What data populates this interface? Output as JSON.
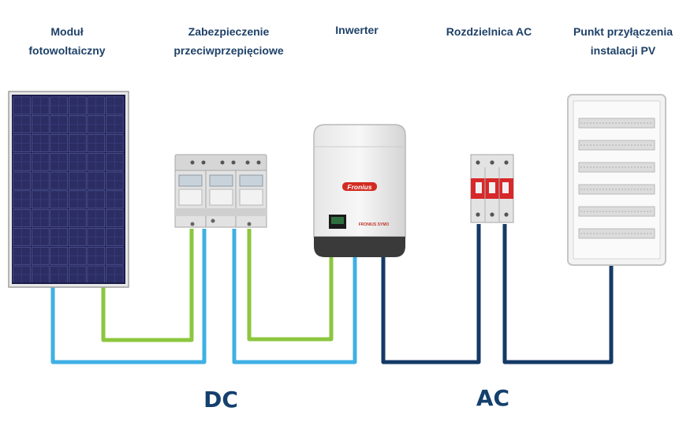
{
  "labels": {
    "module": [
      "Moduł",
      "fotowoltaiczny"
    ],
    "surge": [
      "Zabezpieczenie",
      "przeciwprzepięciowe"
    ],
    "inverter": [
      "Inwerter"
    ],
    "switchboard": [
      "Rozdzielnica AC"
    ],
    "connection": [
      "Punkt przyłączenia",
      "instalacji PV"
    ]
  },
  "sections": {
    "dc": "DC",
    "ac": "AC"
  },
  "inverter_brand": "Fronius",
  "inverter_model": "FRONIUS SYMO",
  "colors": {
    "text": "#1e4168",
    "dc_positive": "#3fb0e4",
    "dc_negative": "#8cc63e",
    "ac_line": "#143a66"
  },
  "icons": [
    "solar-panel-icon",
    "surge-protector-icon",
    "inverter-icon",
    "circuit-breaker-icon",
    "distribution-board-icon"
  ]
}
